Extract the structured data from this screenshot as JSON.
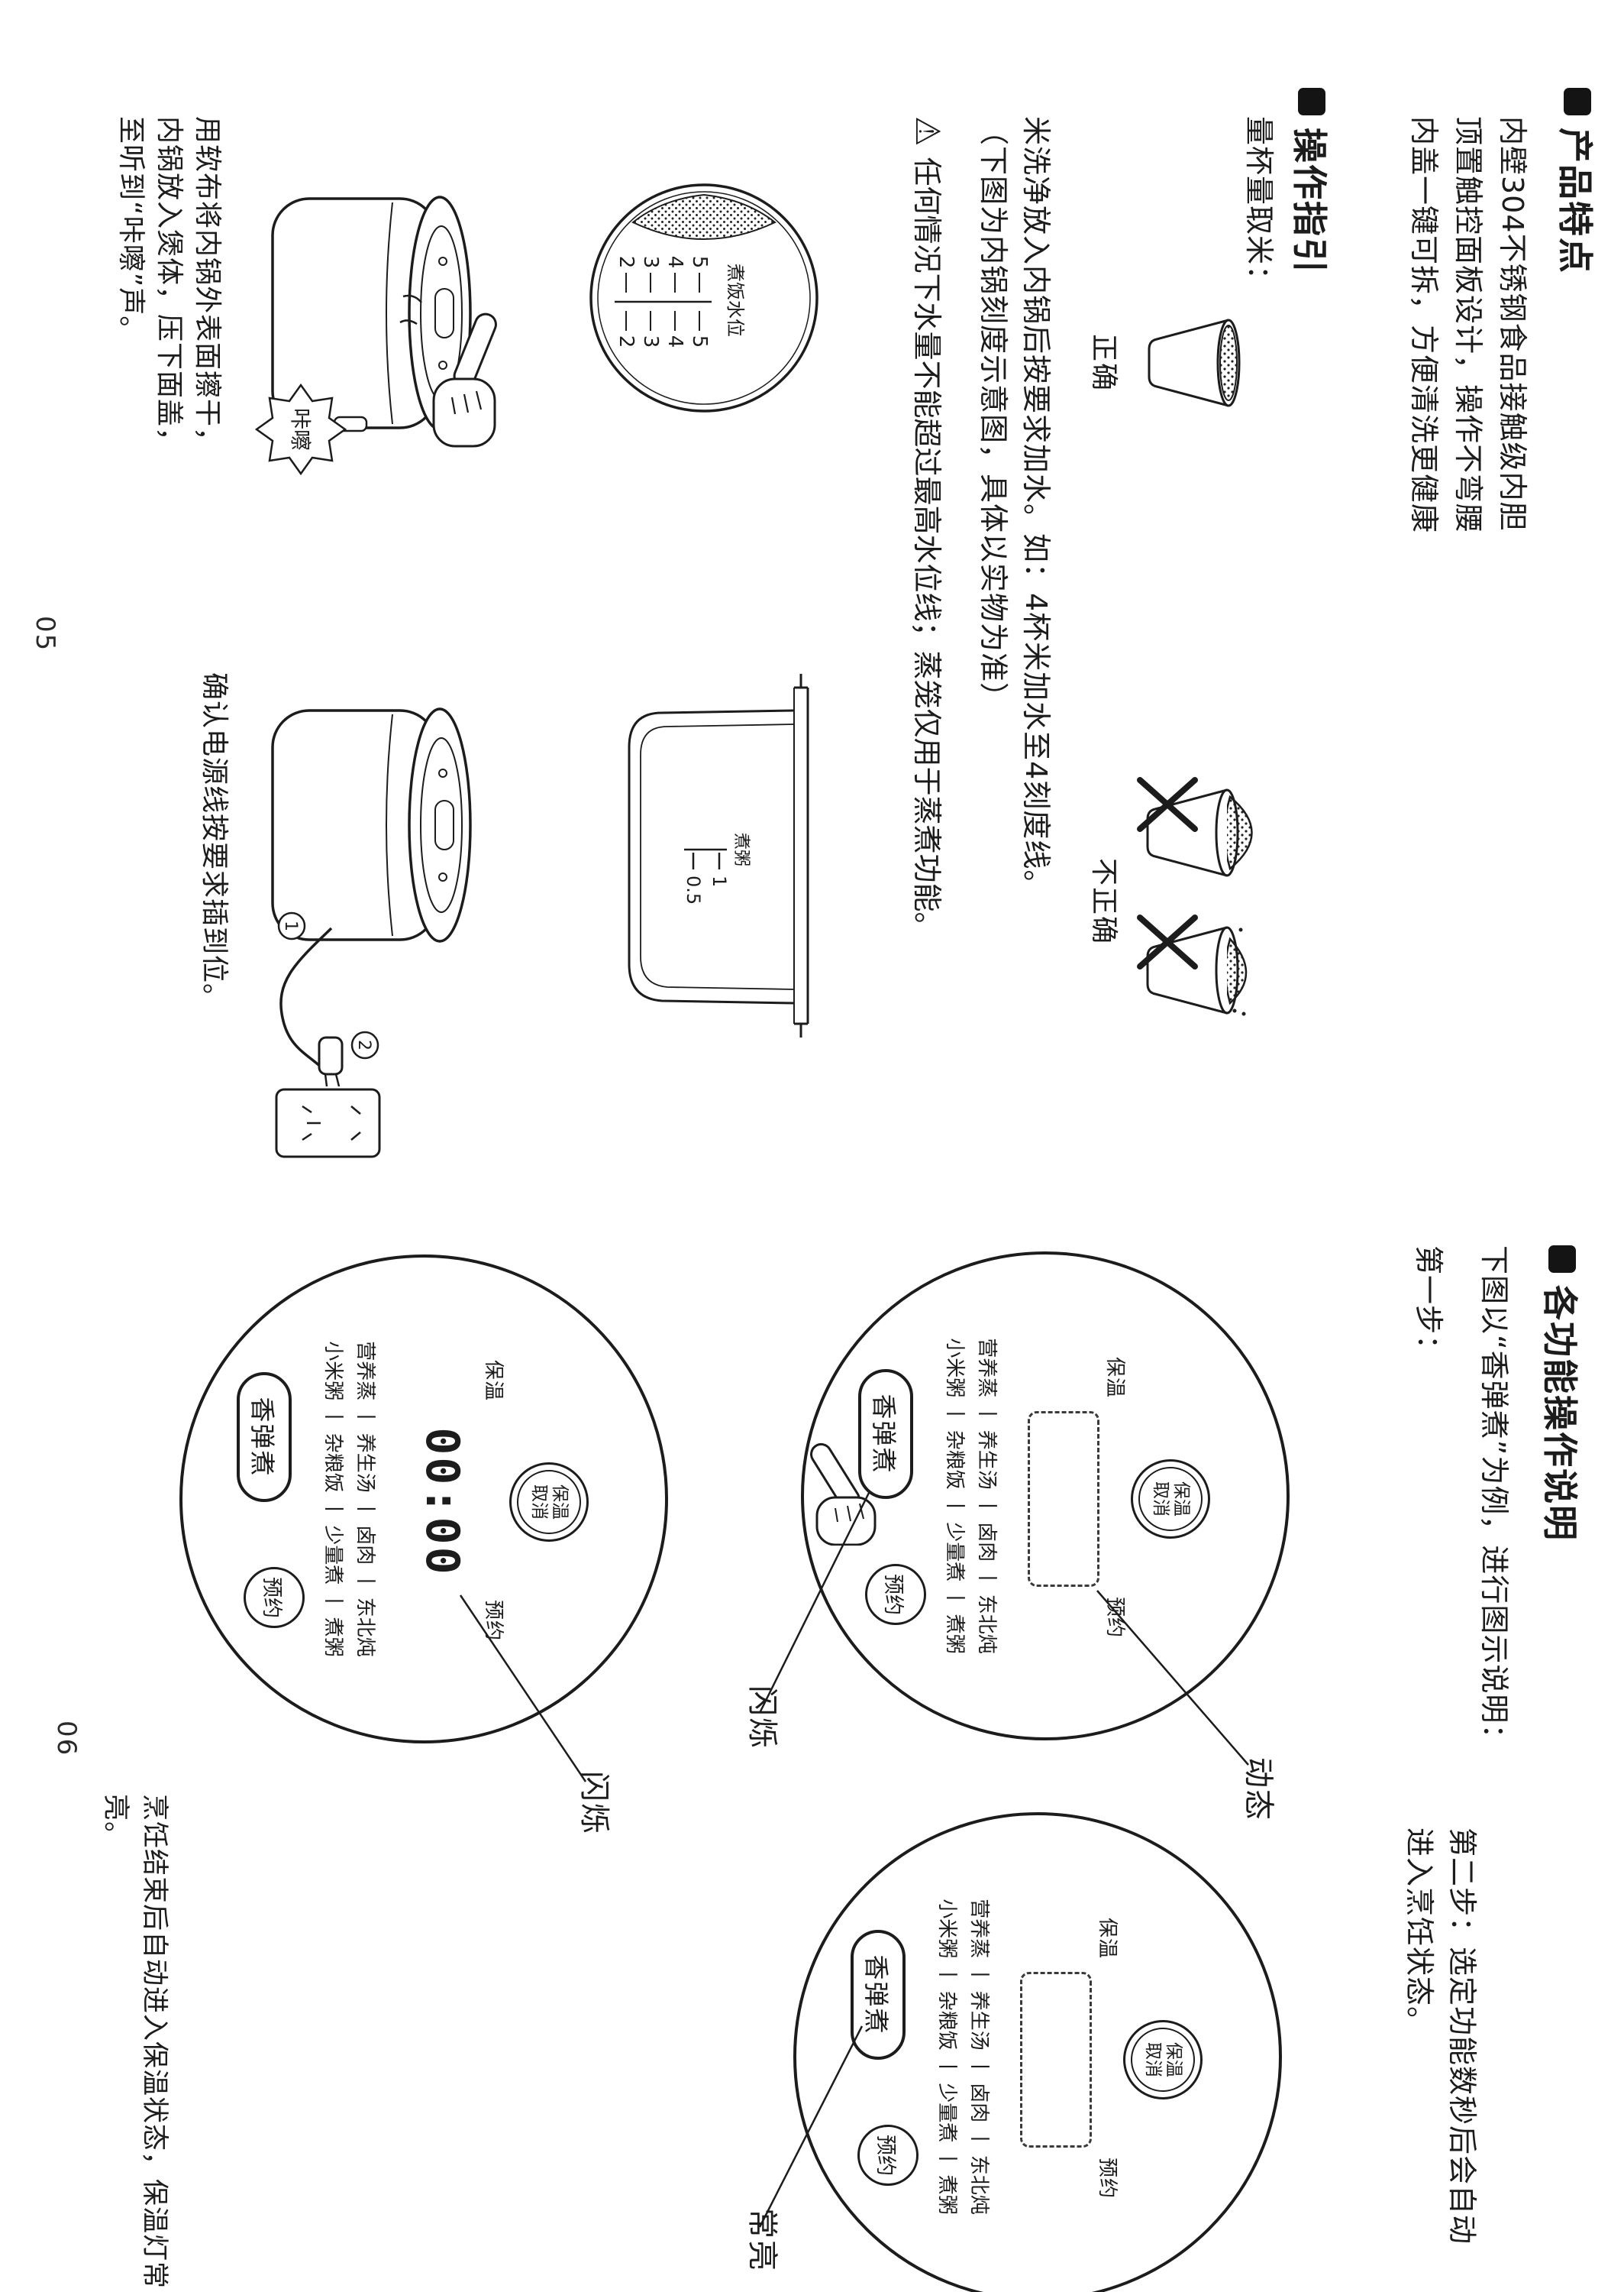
{
  "icons": {
    "section_marker": "■",
    "warning": "⚠",
    "wrong_mark": "✕",
    "step_1": "1",
    "step_2": "2"
  },
  "page05": {
    "page_number": "05",
    "features": {
      "title": "产品特点",
      "bullets": [
        "内壁304不锈钢食品接触级内胆",
        "顶置触控面板设计，操作不弯腰",
        "内盖一键可拆，方便清洗更健康"
      ]
    },
    "guide": {
      "title": "操作指引",
      "measure_heading": "量杯量取米：",
      "correct_label": "正确",
      "incorrect_label": "不正确",
      "water_text": "米洗净放入内锅后按要求加水。如：4杯米加水至4刻度线。",
      "water_note": "（下图为内锅刻度示意图，具体以实物为准）",
      "warning_text": "任何情况下水量不能超过最高水位线；蒸笼仅用于蒸煮功能。",
      "dial_label": "煮饭水位",
      "dial_numbers": [
        "5",
        "4",
        "3",
        "2"
      ],
      "pot_label": "煮粥",
      "pot_marks": [
        "1",
        "0.5"
      ],
      "click_sound": "咔嚓",
      "lid_caption_lines": [
        "用软布将内锅外表面擦干，",
        "内锅放入煲体，压下面盖，",
        "至听到“咔嚓”声。"
      ],
      "power_caption": "确认电源线按要求插到位。"
    }
  },
  "page06": {
    "page_number": "06",
    "title": "各功能操作说明",
    "intro": "下图以“香弹煮”为例，进行图示说明：",
    "step1_label": "第一步：",
    "step2_lines": [
      "第二步：选定功能数秒后会自动",
      "进入烹饪状态。"
    ],
    "closing": "烹饪结束后自动进入保温状态，保温灯常亮。",
    "panel": {
      "keep_warm_cancel_lines": [
        "保温",
        "取消"
      ],
      "warm_label": "保温",
      "preset_label": "预约",
      "display_value": "00:00",
      "menu_row1": "营养蒸 丨 养生汤 丨 卤肉 丨 东北炖",
      "menu_row2": "小米粥 丨 杂粮饭 丨 少量煮 丨 煮粥",
      "start_button": "香弹煮",
      "preset_button": "预约"
    },
    "annotations": {
      "flashing": "闪烁",
      "dynamic": "动态",
      "steady_on": "常亮"
    }
  }
}
